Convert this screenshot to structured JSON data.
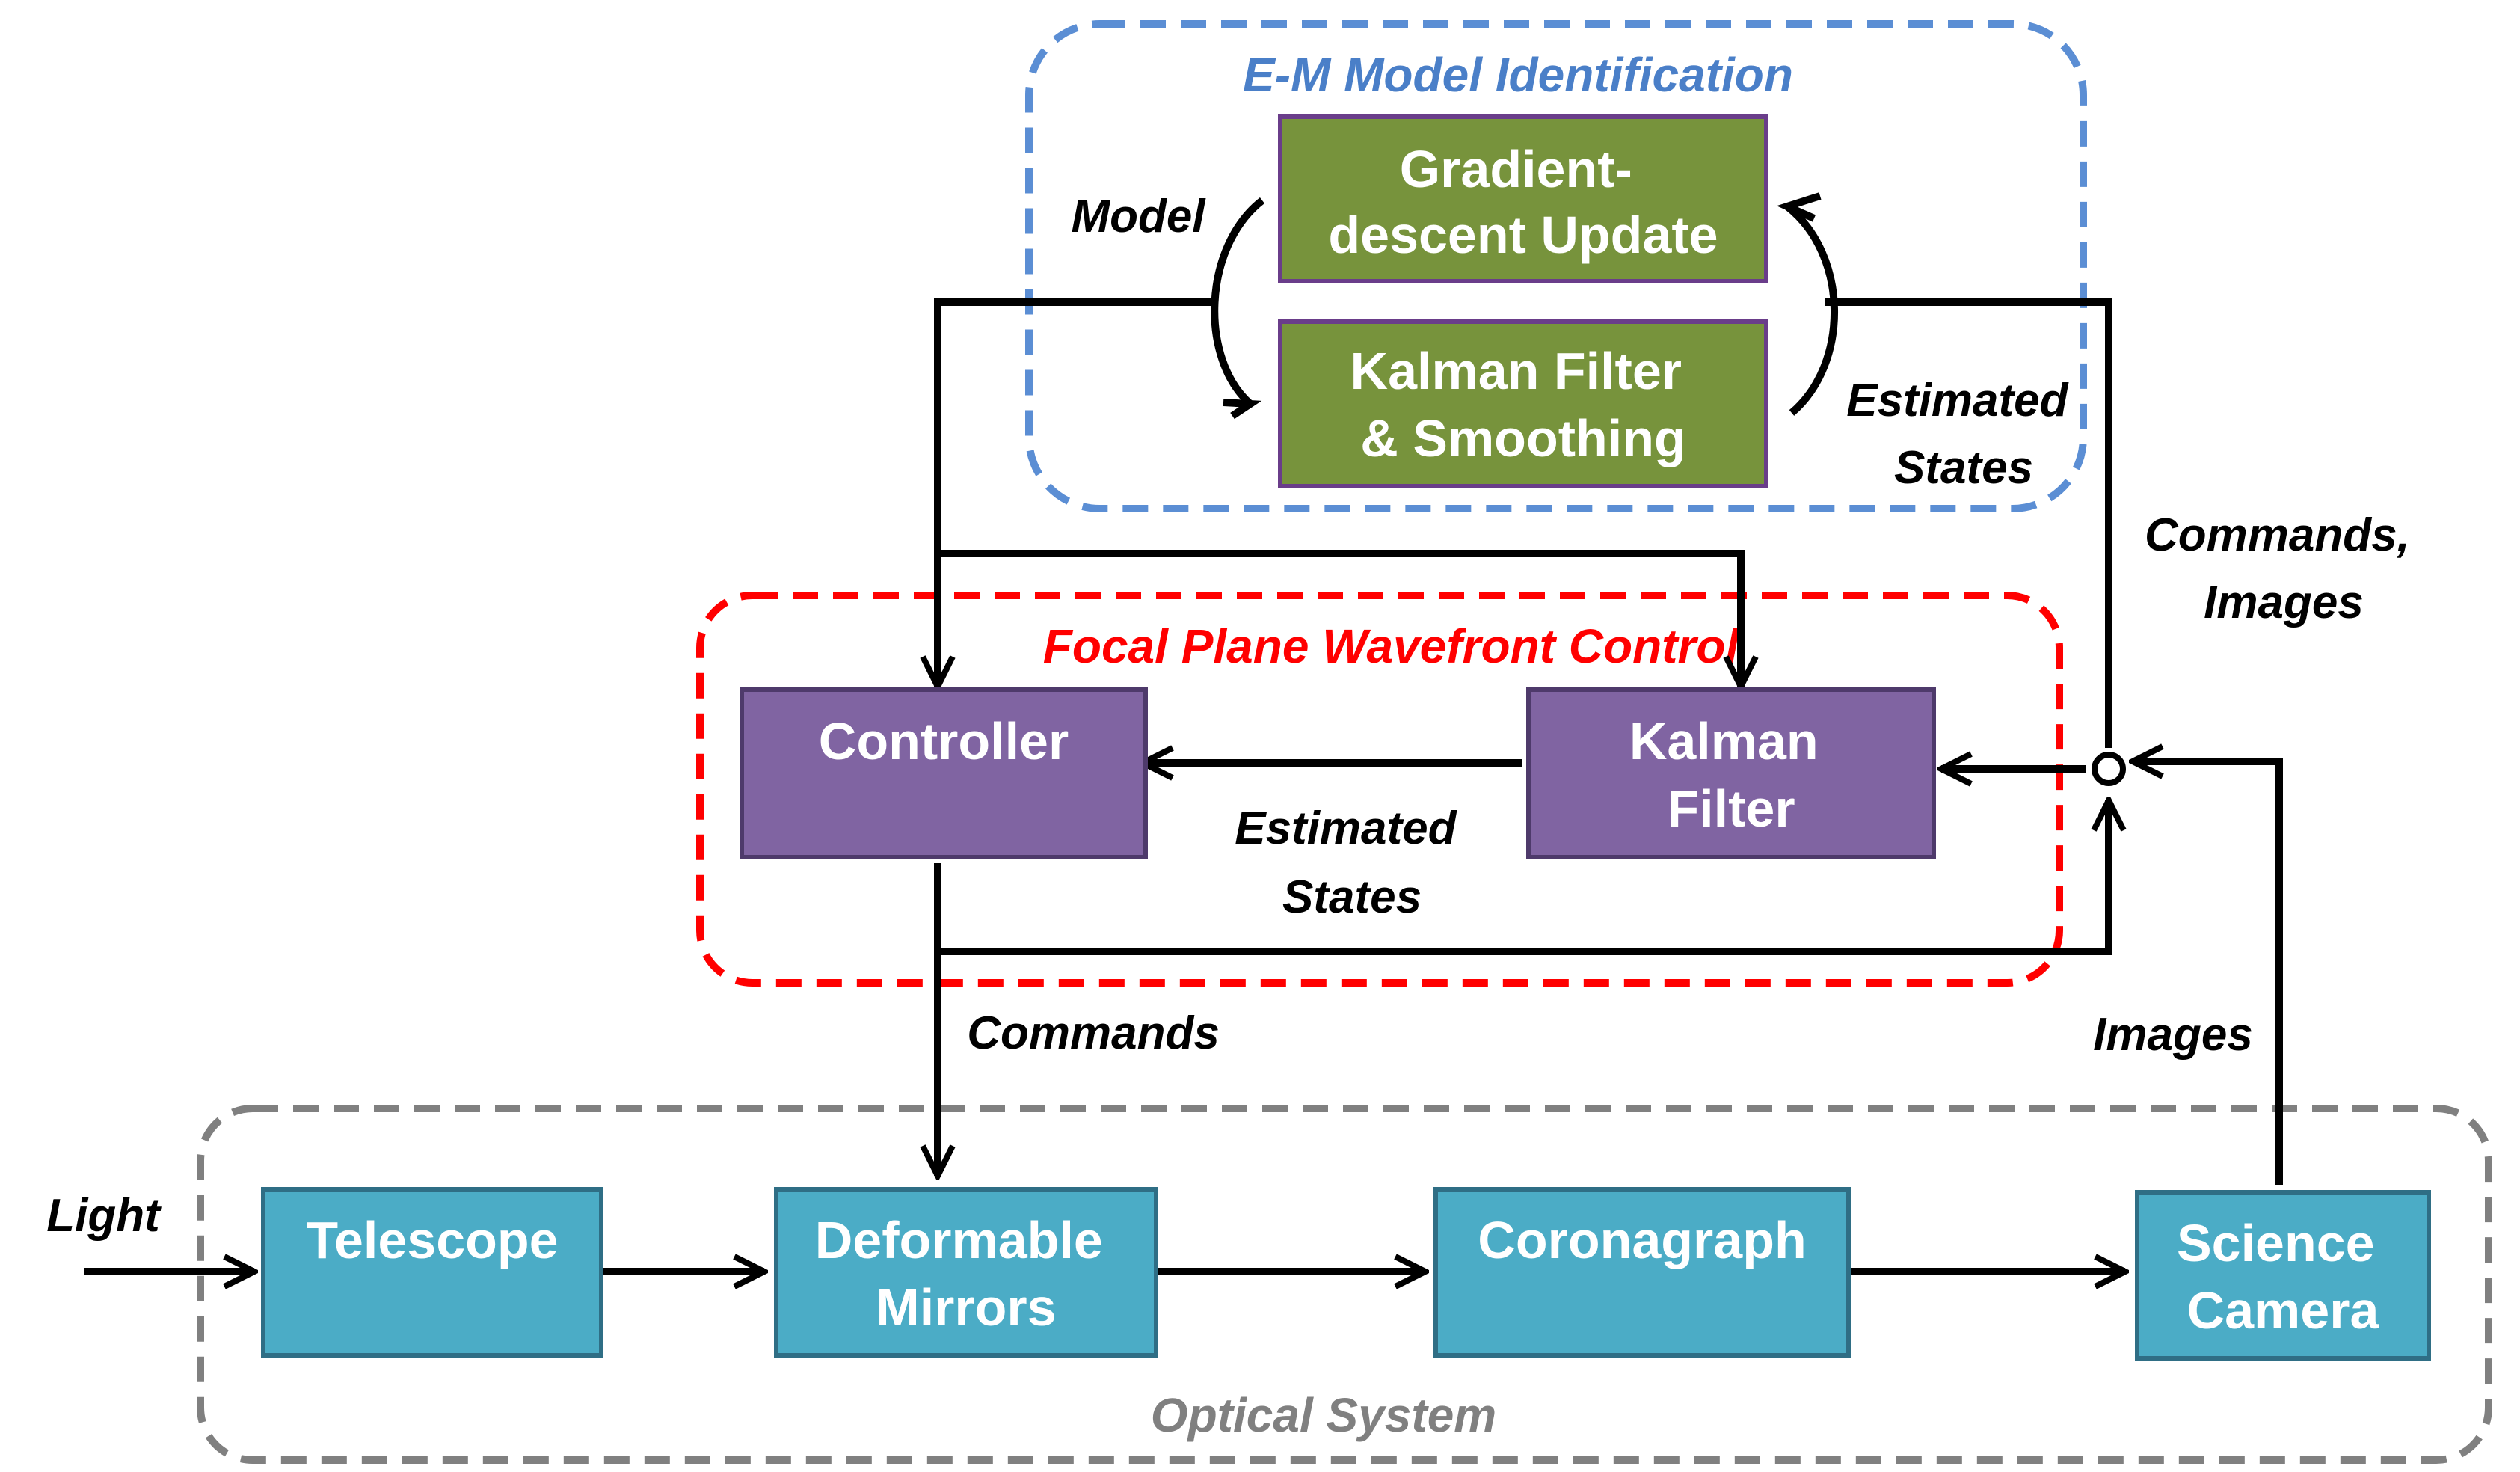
{
  "colors": {
    "em_group_border": "#5B8ED4",
    "em_group_title": "#4A7FC8",
    "fpwc_group_border": "#FF0000",
    "fpwc_group_title": "#FF0000",
    "optical_group_border": "#808080",
    "optical_group_title": "#808080",
    "green_box": "#77933C",
    "green_box_border": "#6A3D8A",
    "purple_box": "#8064A2",
    "purple_box_border": "#4E3A6B",
    "teal_box": "#4BACC6",
    "teal_box_border": "#2F6E85",
    "arrow": "#000000",
    "label": "#000000"
  },
  "groups": {
    "em": "E-M Model Identification",
    "fpwc": "Focal Plane Wavefront Control",
    "optical": "Optical System"
  },
  "boxes": {
    "gradient": [
      "Gradient-",
      "descent Update"
    ],
    "kalman_smoothing": [
      "Kalman Filter",
      "& Smoothing"
    ],
    "controller": [
      "Controller"
    ],
    "kalman_filter": [
      "Kalman",
      "Filter"
    ],
    "telescope": [
      "Telescope"
    ],
    "deformable_mirrors": [
      "Deformable",
      "Mirrors"
    ],
    "coronagraph": [
      "Coronagraph"
    ],
    "science_camera": [
      "Science",
      "Camera"
    ]
  },
  "labels": {
    "model": "Model",
    "estimated_states_em": [
      "Estimated",
      "States"
    ],
    "commands_images": [
      "Commands,",
      "Images"
    ],
    "estimated_states_fpwc": [
      "Estimated",
      "States"
    ],
    "commands": "Commands",
    "images": "Images",
    "light": "Light"
  }
}
